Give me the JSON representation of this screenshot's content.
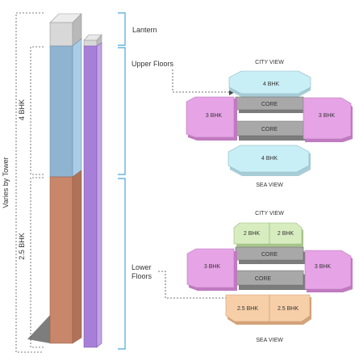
{
  "labels": {
    "varies_by_tower": "Varies by Tower",
    "bhk_4_vertical": "4 BHK",
    "bhk_25_vertical": "2.5 BHK",
    "lantern": "Lantern",
    "upper_floors": "Upper Floors",
    "lower_floors_line1": "Lower",
    "lower_floors_line2": "Floors"
  },
  "upper_plan": {
    "top_view": "CITY VIEW",
    "bottom_view": "SEA VIEW",
    "unit_top": "4 BHK",
    "unit_left": "3 BHK",
    "unit_right": "3 BHK",
    "unit_bottom": "4 BHK",
    "core_top": "CORE",
    "core_bottom": "CORE"
  },
  "lower_plan": {
    "top_view": "CITY VIEW",
    "bottom_view": "SEA VIEW",
    "unit_top_left": "2 BHK",
    "unit_top_right": "2 BHK",
    "unit_left": "3 BHK",
    "unit_right": "3 BHK",
    "unit_bottom_left": "2.5 BHK",
    "unit_bottom_right": "2.5 BHK",
    "core_top": "CORE",
    "core_bottom": "CORE"
  },
  "colors": {
    "lantern": "#d6d6d6",
    "upper": "#8fb4d1",
    "lower": "#c8876a",
    "purple": "#a77fd8",
    "bracket": "#4aa8d8",
    "cyan_unit": "#c8eef6",
    "pink_unit": "#e6a3e6",
    "green_unit": "#d7ecbf",
    "orange_unit": "#f6cfa8",
    "core": "#a8a8a8"
  }
}
